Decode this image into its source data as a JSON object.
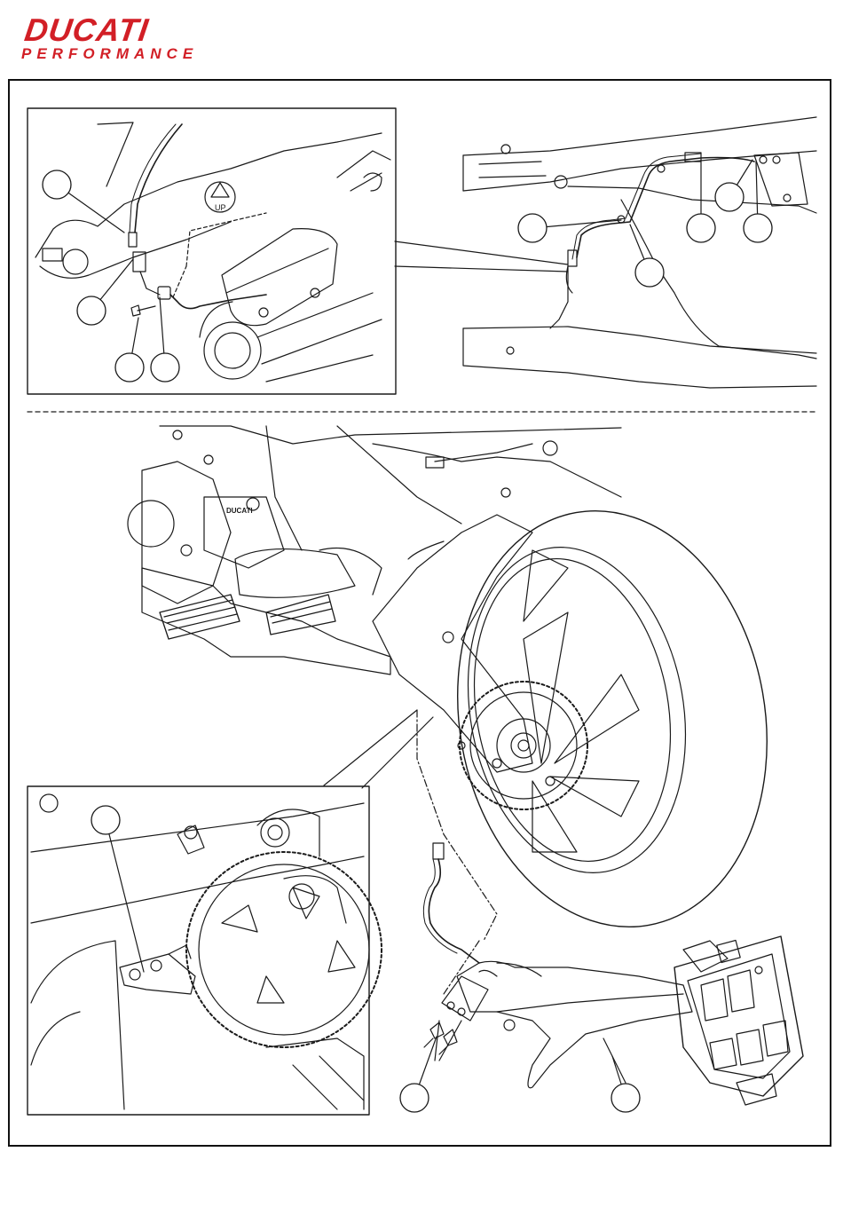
{
  "brand": {
    "name": "DUCATI",
    "subline": "PERFORMANCE",
    "color": "#d21f26"
  },
  "diagram": {
    "line_color": "#1a1a1a",
    "panels": [
      "cable-routing-detail",
      "swingarm-overview",
      "rear-wheel-assembly",
      "mounting-detail"
    ],
    "callouts_count": 12,
    "callout_labels": [
      "",
      "",
      "",
      "",
      "",
      "",
      "",
      "",
      "",
      "",
      "",
      ""
    ]
  }
}
